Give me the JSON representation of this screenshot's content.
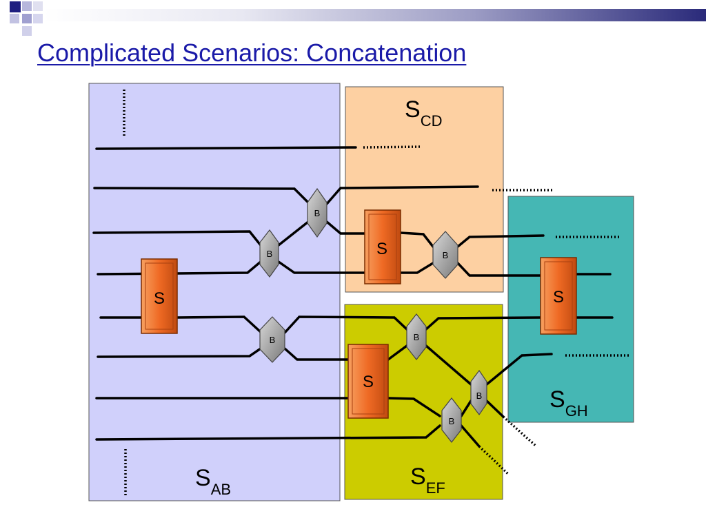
{
  "title": "Complicated Scenarios: Concatenation",
  "colors": {
    "title": "#1a1aa8",
    "region_ab": "#d0d0fb",
    "region_cd": "#fdd0a2",
    "region_ef": "#cccc00",
    "region_gh": "#45b7b4",
    "switch_fill": "#ef6a24",
    "splitter_fill": "#9a9a9a"
  },
  "regions": {
    "ab": {
      "main": "S",
      "sub": "AB"
    },
    "cd": {
      "main": "S",
      "sub": "CD"
    },
    "ef": {
      "main": "S",
      "sub": "EF"
    },
    "gh": {
      "main": "S",
      "sub": "GH"
    }
  },
  "switch_label": "S",
  "splitter_label": "B"
}
